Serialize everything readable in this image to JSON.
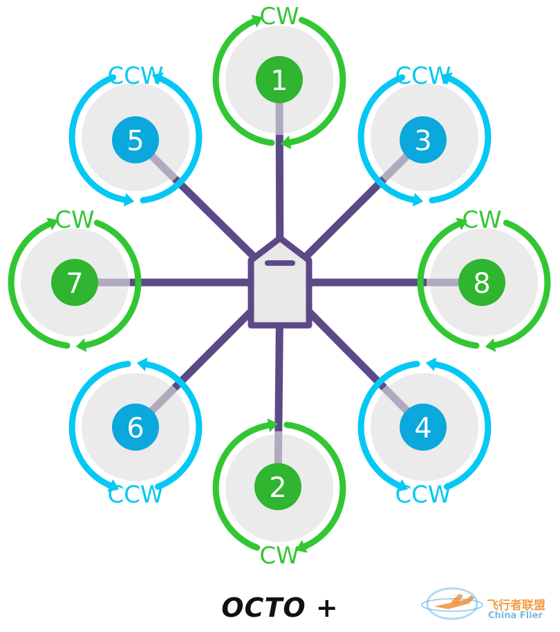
{
  "colors": {
    "cw": "#33c634",
    "ccw": "#04c8f3",
    "cw_dark": "#2fb52f",
    "ccw_dark": "#0aa8dc",
    "arm": "#5b4a86",
    "arm_light": "#b1a9bd",
    "hub_fill": "#e8e8e8",
    "disk": "#ebebeb"
  },
  "motors": [
    {
      "id": "motor-1",
      "number": "1",
      "label": "CW",
      "dir": "cw"
    },
    {
      "id": "motor-2",
      "number": "2",
      "label": "CW",
      "dir": "cw"
    },
    {
      "id": "motor-3",
      "number": "3",
      "label": "CCW",
      "dir": "ccw"
    },
    {
      "id": "motor-4",
      "number": "4",
      "label": "CCW",
      "dir": "ccw"
    },
    {
      "id": "motor-5",
      "number": "5",
      "label": "CCW",
      "dir": "ccw"
    },
    {
      "id": "motor-6",
      "number": "6",
      "label": "CCW",
      "dir": "ccw"
    },
    {
      "id": "motor-7",
      "number": "7",
      "label": "CW",
      "dir": "cw"
    },
    {
      "id": "motor-8",
      "number": "8",
      "label": "CW",
      "dir": "cw"
    }
  ],
  "caption": "OCTO +",
  "watermark": {
    "title": "飞行者联盟",
    "subtitle": "China Flier"
  }
}
